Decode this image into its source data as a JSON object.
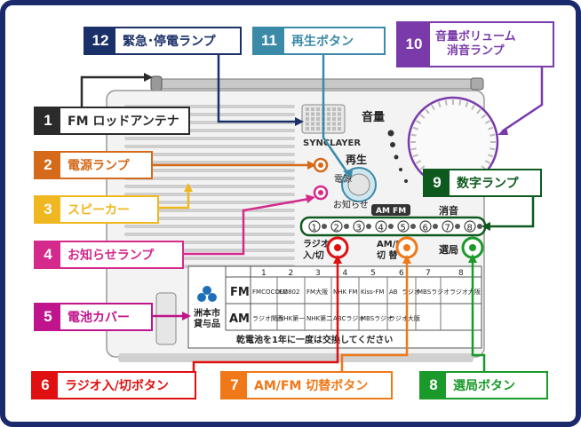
{
  "callouts": {
    "c1": {
      "num": "1",
      "label": "FM ロッドアンテナ",
      "color": "#2b2b2b"
    },
    "c2": {
      "num": "2",
      "label": "電源ランプ",
      "color": "#d46a1a"
    },
    "c3": {
      "num": "3",
      "label": "スピーカー",
      "color": "#f0b820"
    },
    "c4": {
      "num": "4",
      "label": "お知らせランプ",
      "color": "#d42a8c"
    },
    "c5": {
      "num": "5",
      "label": "電池カバー",
      "color": "#c0148c"
    },
    "c6": {
      "num": "6",
      "label": "ラジオ入/切ボタン",
      "color": "#e01010"
    },
    "c7": {
      "num": "7",
      "label": "AM/FM 切替ボタン",
      "color": "#f07818"
    },
    "c8": {
      "num": "8",
      "label": "選局ボタン",
      "color": "#1a9a2a"
    },
    "c9": {
      "num": "9",
      "label": "数字ランプ",
      "color": "#0e5a1e"
    },
    "c10": {
      "num": "10",
      "label": "音量ボリューム",
      "label2": "消音ランプ",
      "color": "#7a3aaa"
    },
    "c11": {
      "num": "11",
      "label": "再生ボタン",
      "color": "#3a8aa8"
    },
    "c12": {
      "num": "12",
      "label": "緊急･停電ランプ",
      "color": "#1a3068"
    }
  },
  "radio": {
    "brand": "SYNCLAYER",
    "vol_label": "音量",
    "play_label": "再生",
    "power_label": "電源",
    "notice_label": "お知らせ",
    "amfm_tag": "AM FM",
    "mute_label": "消音",
    "digits": [
      "1",
      "2",
      "3",
      "4",
      "5",
      "6",
      "7",
      "8"
    ],
    "radio_btn_label": "ラジオ\n入/切",
    "amfm_btn_label": "AM/FM\n切 替",
    "tune_label": "選局",
    "city_label": "洲本市\n貸与品",
    "table_header": [
      "1",
      "2",
      "3",
      "4",
      "5",
      "6",
      "7",
      "8"
    ],
    "fm_label": "FM",
    "am_label": "AM",
    "fm_stations": [
      "FMCOCOLO",
      "FM802",
      "FM大阪",
      "NHK FM",
      "Kiss-FM",
      "AB",
      "ラジオ",
      "MBSラジオ",
      "ラジオ大阪"
    ],
    "am_stations": [
      "ラジオ関西",
      "NHK第一",
      "NHK第二",
      "ABCラジオ",
      "MBSラジオ",
      "ラジオ大阪"
    ],
    "notice_text": "乾電池を1年に一度は交換してください"
  }
}
